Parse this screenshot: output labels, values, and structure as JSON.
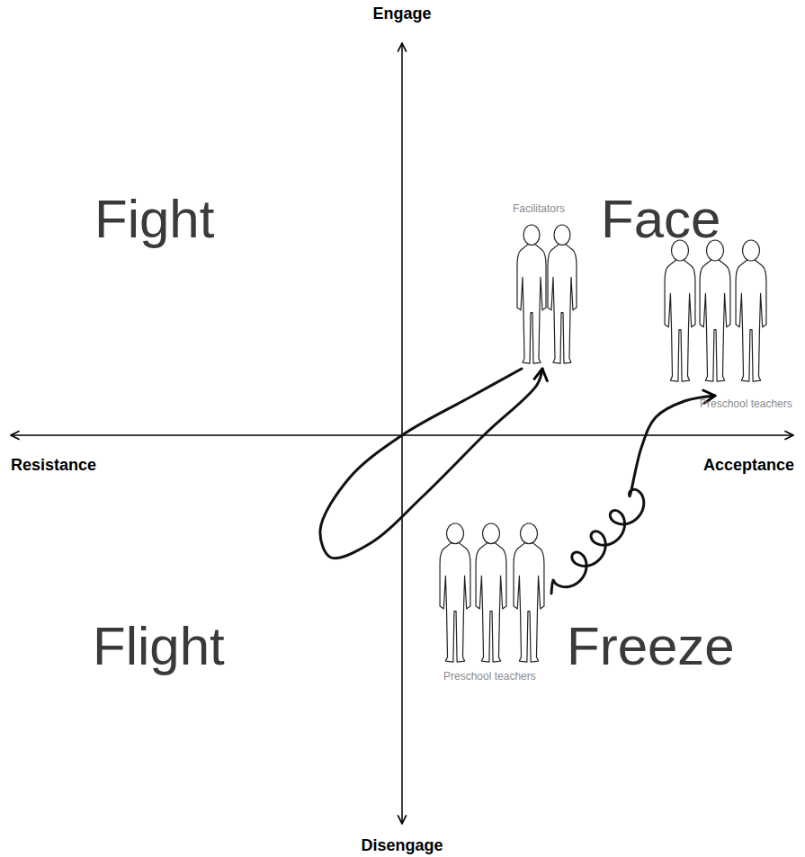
{
  "diagram": {
    "nodes": [
      {
        "text": [
          "Facilitators"
        ]
      },
      {
        "text": [
          "Preschool teachers"
        ]
      },
      {
        "text": [
          "Preschool teachers"
        ]
      }
    ],
    "edges": [
      {
        "from": 2,
        "to": 1,
        "arrow": "to"
      },
      {
        "from": 0,
        "to": 0,
        "arrow": "to"
      }
    ],
    "labels": [
      "Engage",
      "Fight",
      "Face",
      "Resistance",
      "Acceptance",
      "Flight",
      "Freeze",
      "Disengage"
    ]
  }
}
